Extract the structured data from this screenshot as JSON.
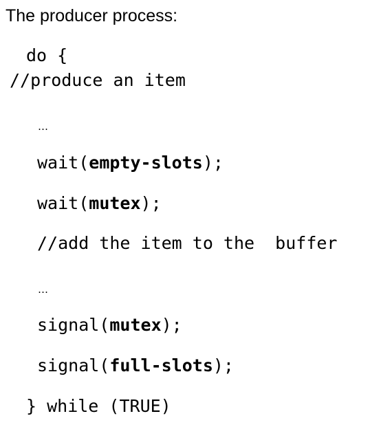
{
  "heading": "The producer process:",
  "code": {
    "do_open": "do {",
    "comment_produce": "//produce an item",
    "ellipsis_1": "…",
    "wait_empty": {
      "fn": "wait(",
      "arg": "empty-slots",
      "end": ");"
    },
    "wait_mutex": {
      "fn": "wait(",
      "arg": "mutex",
      "end": ");"
    },
    "comment_add": "//add the item to the  buffer",
    "ellipsis_2": "…",
    "signal_mutex": {
      "fn": "signal(",
      "arg": "mutex",
      "end": ");"
    },
    "signal_full": {
      "fn": "signal(",
      "arg": "full-slots",
      "end": ");"
    },
    "while_close": "} while (TRUE)"
  }
}
